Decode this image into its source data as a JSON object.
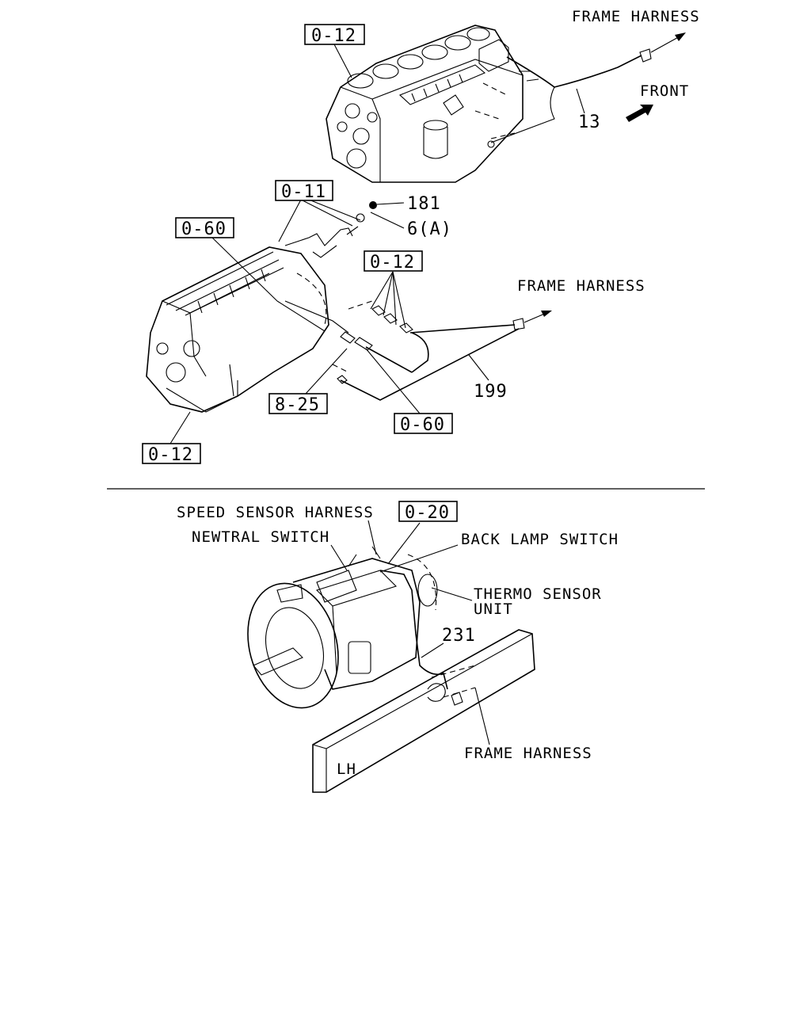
{
  "top_engine": {
    "ref_box": "0-12",
    "frame_harness_label": "FRAME HARNESS",
    "front_label": "FRONT",
    "part_number": "13"
  },
  "middle_engine": {
    "ref_box_top": "0-11",
    "ref_box_left": "0-60",
    "ref_box_pipe": "0-12",
    "ref_box_bracket": "8-25",
    "ref_box_hose": "0-60",
    "ref_box_bottom": "0-12",
    "part_181": "181",
    "part_6a": "6(A)",
    "frame_harness_label": "FRAME HARNESS",
    "part_199": "199"
  },
  "transmission": {
    "speed_sensor_label": "SPEED SENSOR HARNESS",
    "ref_box": "0-20",
    "neutral_switch_label": "NEWTRAL SWITCH",
    "back_lamp_label": "BACK LAMP SWITCH",
    "thermo_label_1": "THERMO SENSOR",
    "thermo_label_2": "UNIT",
    "part_231": "231",
    "frame_harness_label": "FRAME HARNESS",
    "lh_label": "LH"
  }
}
